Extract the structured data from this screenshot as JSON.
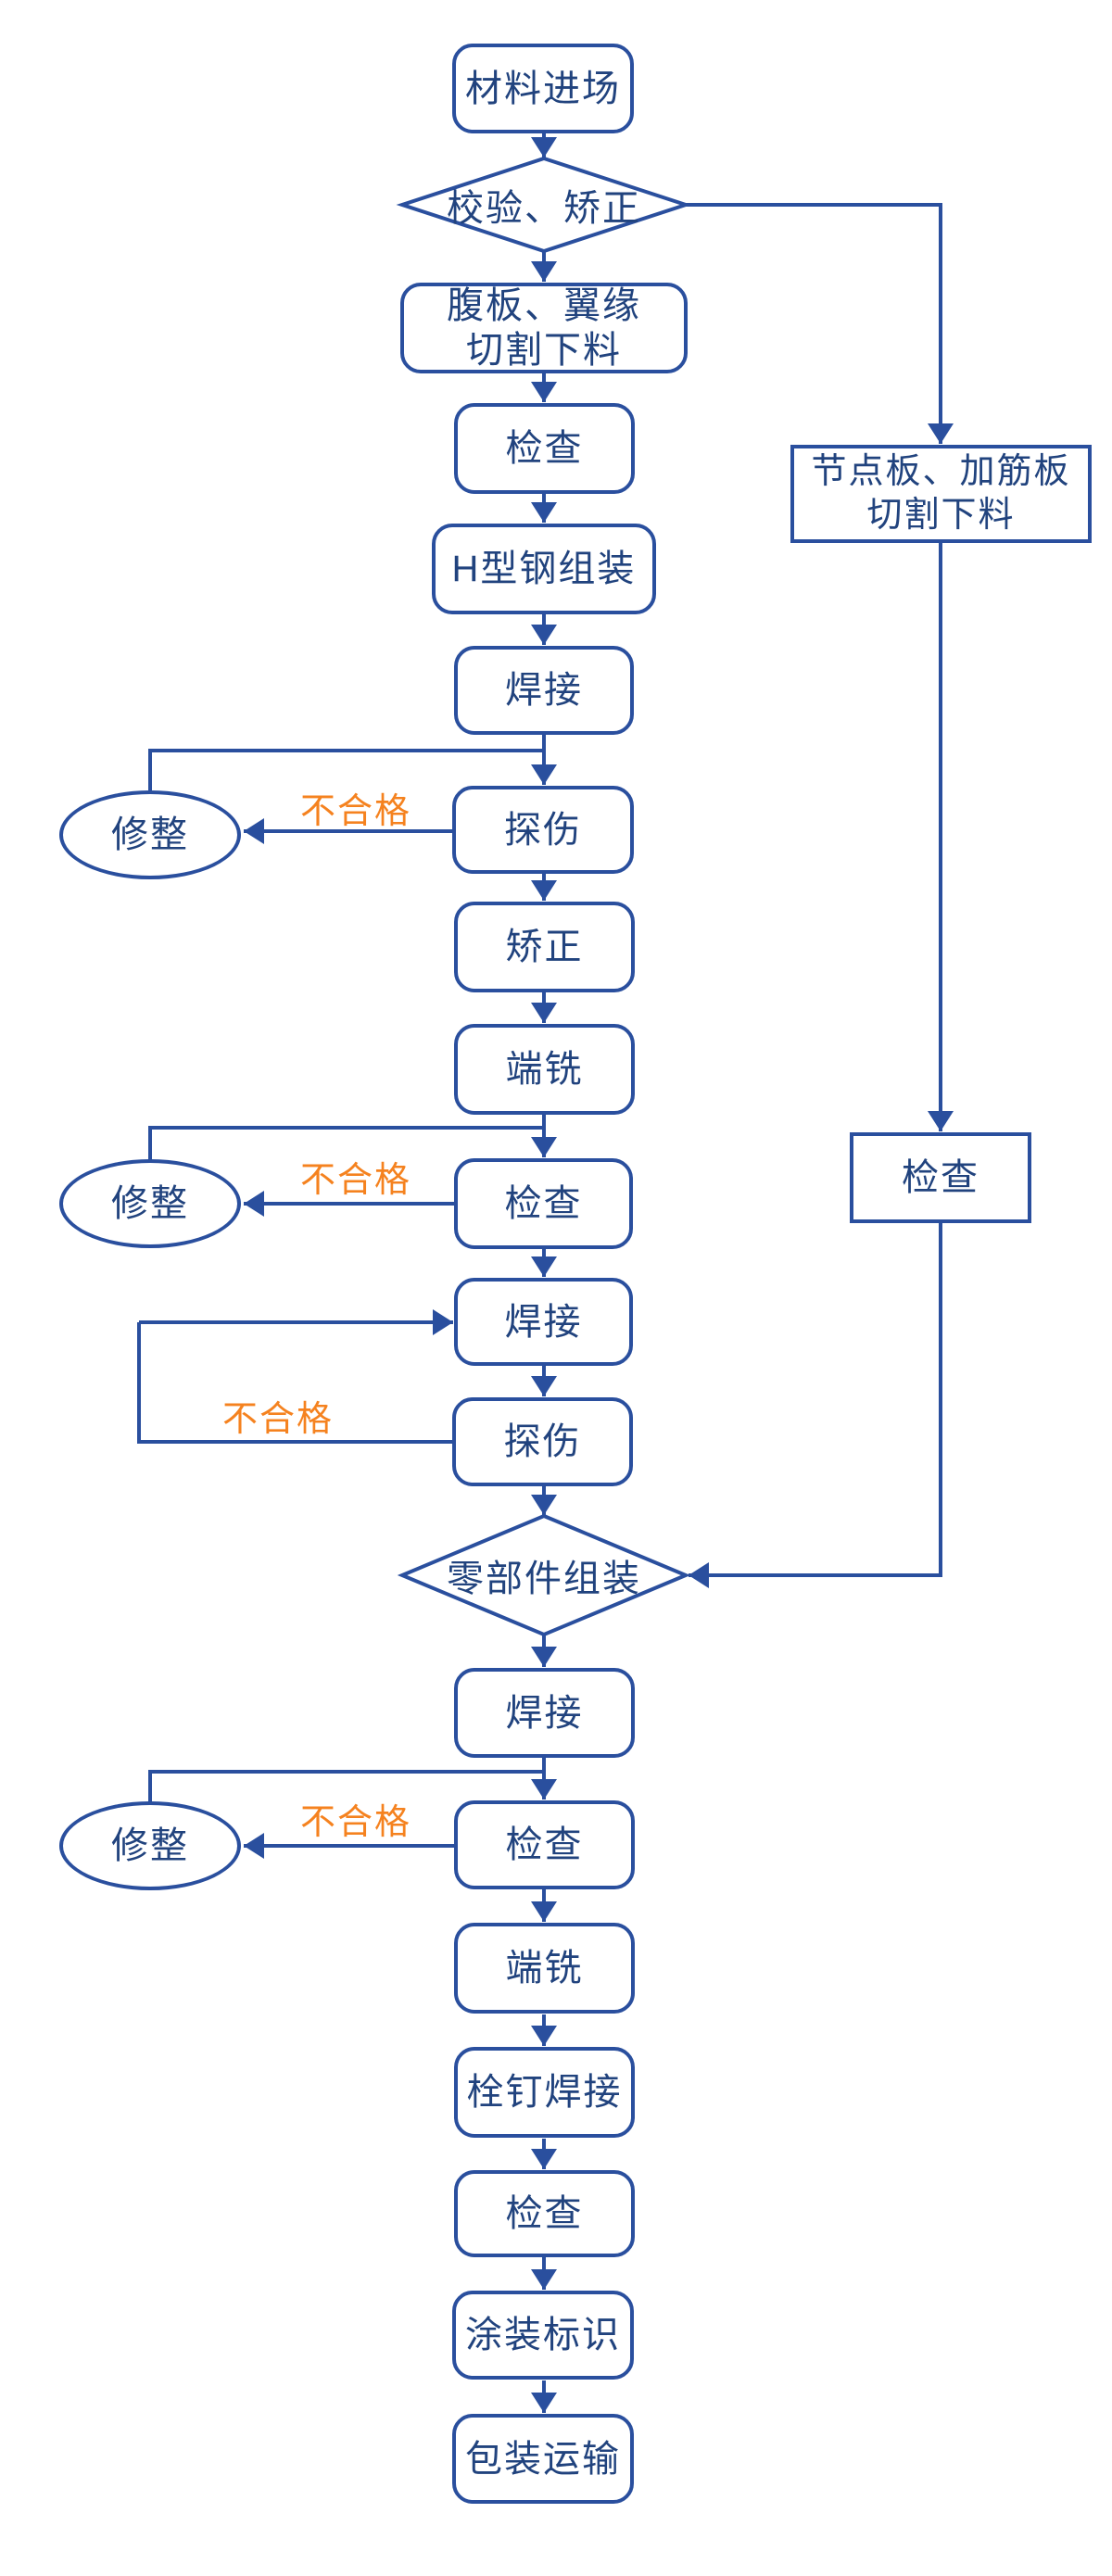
{
  "colors": {
    "line_blue": "#2A4F9E",
    "text_blue": "#21437E",
    "label_orange": "#F5821F",
    "node_fill": "#ffffff",
    "background": "#ffffff"
  },
  "nodes": {
    "material_entry": "材料进场",
    "verify_correct": "校验、矫正",
    "web_flange_cutting": "腹板、翼缘\n切割下料",
    "inspection_1": "检查",
    "h_beam_assembly": "H型钢组装",
    "welding_1": "焊接",
    "flaw_detection_1": "探伤",
    "correction": "矫正",
    "end_milling_1": "端铣",
    "inspection_2": "检查",
    "welding_2": "焊接",
    "flaw_detection_2": "探伤",
    "parts_assembly": "零部件组装",
    "welding_3": "焊接",
    "inspection_3": "检查",
    "end_milling_2": "端铣",
    "stud_welding": "栓钉焊接",
    "inspection_4": "检查",
    "painting_marking": "涂装标识",
    "packing_transport": "包装运输",
    "gusset_stiffener_cutting": "节点板、加筋板\n切割下料",
    "inspection_right": "检查",
    "repair_1": "修整",
    "repair_2": "修整",
    "repair_3": "修整"
  },
  "edge_labels": {
    "unqualified": "不合格"
  }
}
